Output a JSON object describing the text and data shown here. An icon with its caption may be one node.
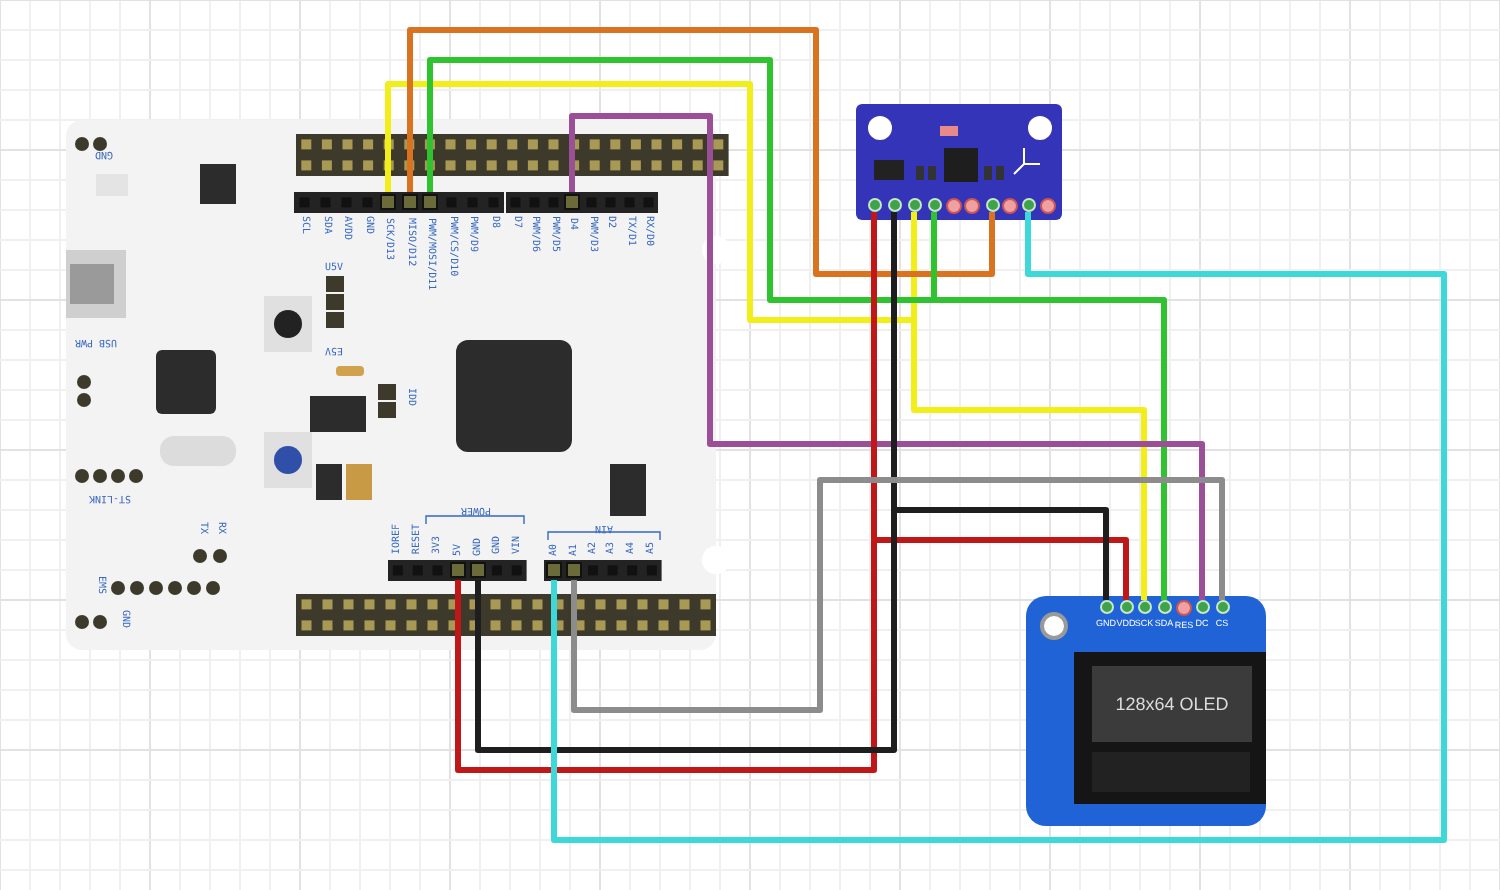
{
  "diagram": {
    "nodes": [
      {
        "text": [],
        "shape": "box"
      },
      {
        "text": [
          "SCK/D13"
        ],
        "in": 0
      },
      {
        "text": [
          "MISO/D12"
        ],
        "in": 0
      },
      {
        "text": [
          "PWM/MOSI/D11"
        ],
        "in": 0
      },
      {
        "text": [
          "D4"
        ],
        "in": 0
      },
      {
        "text": [
          "5V"
        ],
        "in": 0
      },
      {
        "text": [
          "GND"
        ],
        "in": 0
      },
      {
        "text": [
          "A0"
        ],
        "in": 0
      },
      {
        "text": [
          "A1"
        ],
        "in": 0
      },
      {
        "text": [],
        "shape": "box"
      },
      {
        "text": [],
        "shape": "circle",
        "in": 9
      },
      {
        "text": [],
        "shape": "circle",
        "in": 9
      },
      {
        "text": [],
        "shape": "circle",
        "in": 9
      },
      {
        "text": [],
        "shape": "circle",
        "in": 9
      },
      {
        "text": [],
        "shape": "circle",
        "in": 9
      },
      {
        "text": [],
        "shape": "circle",
        "in": 9
      },
      {
        "text": [
          "128x64 OLED"
        ]
      },
      {
        "text": [
          "GND"
        ],
        "in": 16
      },
      {
        "text": [
          "VDD"
        ],
        "in": 16
      },
      {
        "text": [
          "SCK"
        ],
        "in": 16
      },
      {
        "text": [
          "SDA"
        ],
        "in": 16
      },
      {
        "text": [
          "DC"
        ],
        "in": 16
      },
      {
        "text": [
          "CS"
        ],
        "in": 16
      }
    ],
    "edges": [
      {
        "from": 1,
        "to": 12,
        "arrow": "none",
        "color": "#f2ee1a"
      },
      {
        "from": 12,
        "to": 19,
        "arrow": "none",
        "color": "#f2ee1a"
      },
      {
        "from": 2,
        "to": 14,
        "arrow": "none",
        "color": "#d9731f"
      },
      {
        "from": 3,
        "to": 13,
        "arrow": "none",
        "color": "#2fc42f"
      },
      {
        "from": 13,
        "to": 20,
        "arrow": "none",
        "color": "#2fc42f"
      },
      {
        "from": 4,
        "to": 21,
        "arrow": "none",
        "color": "#9b4f96"
      },
      {
        "from": 5,
        "to": 10,
        "arrow": "none",
        "color": "#c01818"
      },
      {
        "from": 18,
        "to": 10,
        "arrow": "none",
        "color": "#c01818"
      },
      {
        "from": 6,
        "to": 11,
        "arrow": "none",
        "color": "#1e1e1e"
      },
      {
        "from": 17,
        "to": 11,
        "arrow": "none",
        "color": "#1e1e1e"
      },
      {
        "from": 8,
        "to": 22,
        "arrow": "none",
        "color": "#8c8c8c"
      },
      {
        "from": 7,
        "to": 15,
        "arrow": "none",
        "color": "#3fd8d8"
      }
    ],
    "labels": [
      "GND",
      "SCL",
      "SDA",
      "AVDD",
      "GND",
      "PWM/CS/D10",
      "PWM/D9",
      "D8",
      "D7",
      "PWM/D6",
      "PWM/D5",
      "PWM/D3",
      "D2",
      "TX/D1",
      "RX/D0",
      "USB PWR",
      "U5V",
      "E5V",
      "IDD",
      "ST-LINK",
      "TX",
      "RX",
      "POWER",
      "IOREF",
      "RESET",
      "3V3",
      "GND",
      "VIN",
      "AIN",
      "A2",
      "A3",
      "A4",
      "A5",
      "EMS",
      "GND",
      "RES"
    ]
  }
}
